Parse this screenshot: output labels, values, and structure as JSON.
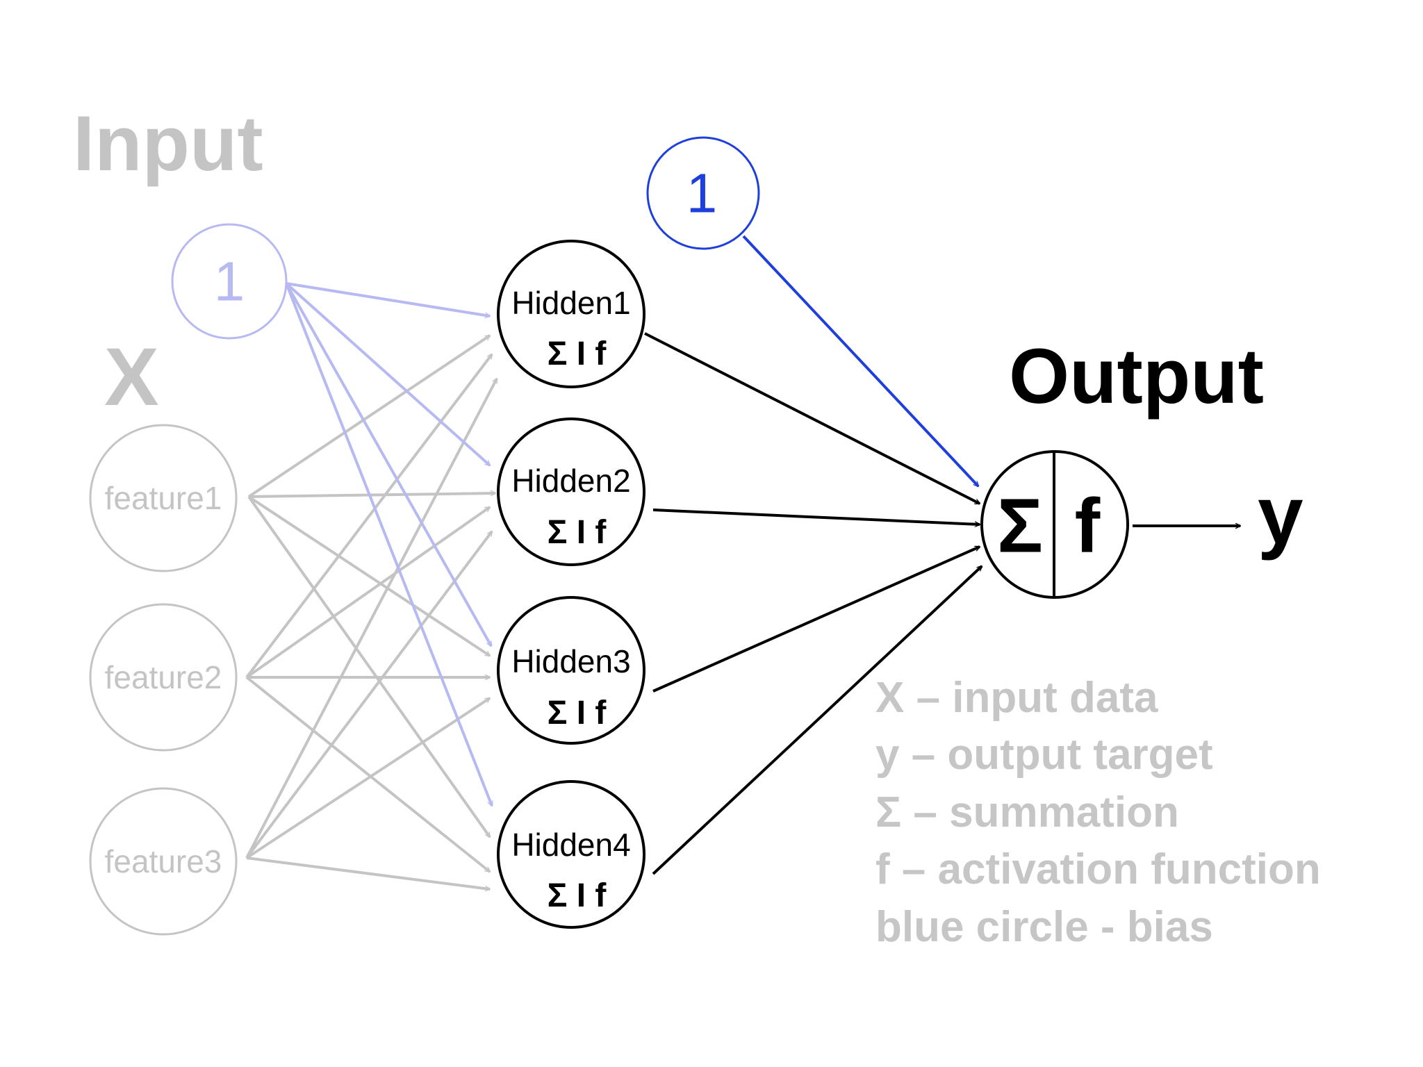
{
  "titles": {
    "input": "Input",
    "output": "Output",
    "x_symbol": "X",
    "y_symbol": "y"
  },
  "input_bias": {
    "label": "1"
  },
  "output_bias": {
    "label": "1"
  },
  "features": [
    {
      "label": "feature1"
    },
    {
      "label": "feature2"
    },
    {
      "label": "feature3"
    }
  ],
  "hidden": [
    {
      "label": "Hidden1",
      "ops": "Σ I f"
    },
    {
      "label": "Hidden2",
      "ops": "Σ I f"
    },
    {
      "label": "Hidden3",
      "ops": "Σ I f"
    },
    {
      "label": "Hidden4",
      "ops": "Σ I f"
    }
  ],
  "output_node": {
    "sum": "Σ",
    "activation": "f"
  },
  "legend": [
    "X – input data",
    "y – output target",
    "Σ – summation",
    "f – activation function",
    "blue circle - bias"
  ],
  "colors": {
    "gray": "#c4c4c4",
    "bias_light": "#b6b9f2",
    "bias_blue": "#1f3fdc",
    "black": "#000000",
    "legend_gray": "#c6c6c6"
  }
}
